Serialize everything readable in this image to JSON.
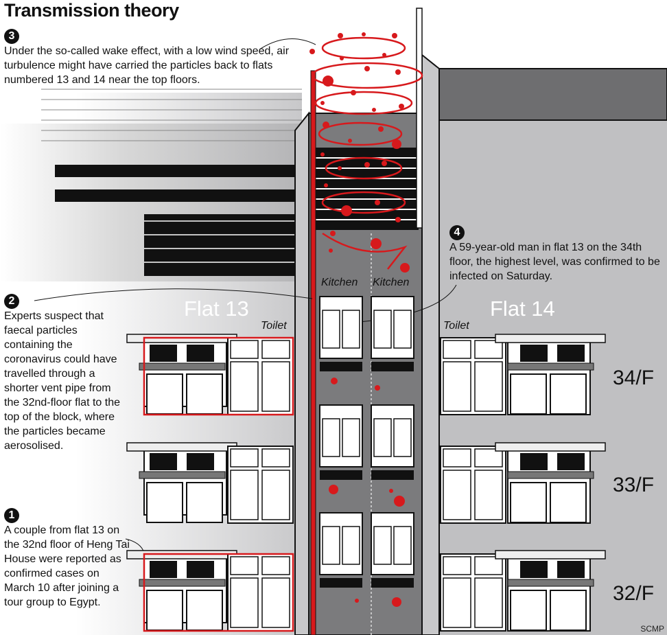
{
  "title": "Transmission theory",
  "notes": [
    {
      "number": "3",
      "text": "Under the so-called wake effect, with a low wind speed, air turbulence might have carried the particles back to flats numbered 13 and 14 near the top floors."
    },
    {
      "number": "2",
      "text": "Experts suspect that faecal particles containing the coronavirus could have travelled through a shorter vent pipe from the 32nd-floor flat to the top of the block, where the particles became aerosolised."
    },
    {
      "number": "1",
      "text": "A couple from flat 13 on the 32nd floor of Heng Tai House were reported as confirmed cases on March 10 after joining a tour group to Egypt."
    },
    {
      "number": "4",
      "text": "A 59-year-old man in flat 13 on the 34th floor, the highest level, was confirmed to be infected  on Saturday."
    }
  ],
  "labels": {
    "flat13": "Flat 13",
    "flat14": "Flat 14",
    "kitchen": "Kitchen",
    "toilet": "Toilet"
  },
  "floors": [
    "34/F",
    "33/F",
    "32/F"
  ],
  "credit": "SCMP",
  "colors": {
    "virus": "#d7191c",
    "wall": "#c0c0c2",
    "shaft": "#7b7b7d",
    "ink": "#111111"
  }
}
